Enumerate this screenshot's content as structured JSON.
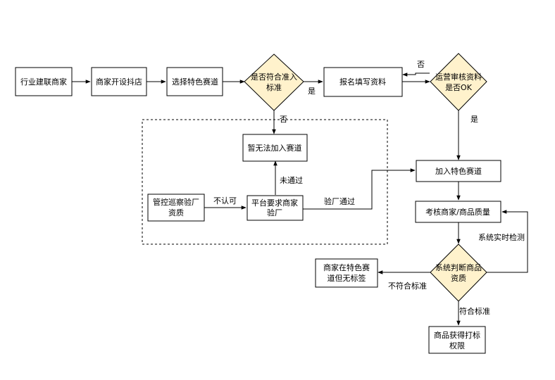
{
  "nodes": {
    "industry_merchant": "行业建联商家",
    "open_store": "商家开设抖店",
    "choose_track": "选择特色赛道",
    "check_standard": [
      "是否符合准入",
      "标准"
    ],
    "fill_info": "报名填写资料",
    "ops_review": [
      "运营审核资料",
      "是否OK"
    ],
    "cannot_join": "暂无法加入赛道",
    "join_track": "加入特色赛道",
    "control_qualify": [
      "管控巡察验厂",
      "资质"
    ],
    "platform_inspect": [
      "平台要求商家",
      "验厂"
    ],
    "assess_quality": "考核商家/商品质量",
    "system_judge": [
      "系统判断商品",
      "资质"
    ],
    "no_label": [
      "商家在特色赛",
      "道但无标签"
    ],
    "get_label": [
      "商品获得打标",
      "权限"
    ]
  },
  "edge_labels": {
    "yes1": "是",
    "no1": "否",
    "no2": "否",
    "yes2": "是",
    "not_recognized": "不认可",
    "not_passed": "未通过",
    "factory_passed": "验厂通过",
    "realtime": "系统实时检测",
    "not_meet": "不符合标准",
    "meet": "符合标准"
  }
}
